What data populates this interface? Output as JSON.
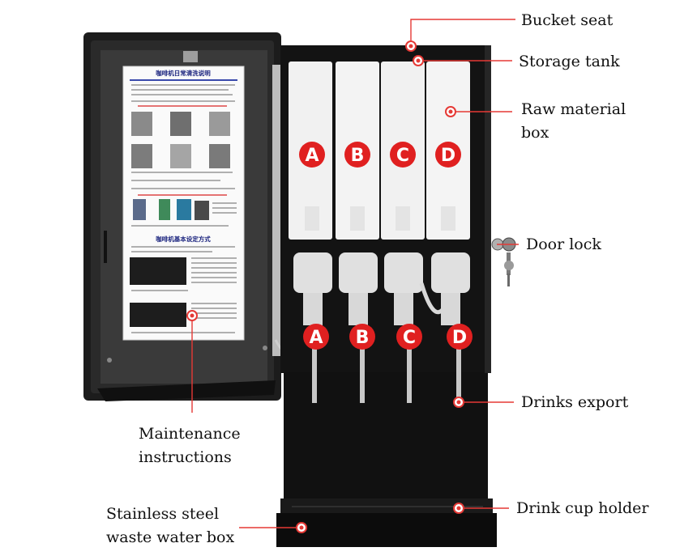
{
  "callouts": {
    "bucket_seat": "Bucket seat",
    "storage_tank": "Storage tank",
    "raw_material_box_line1": "Raw material",
    "raw_material_box_line2": "box",
    "door_lock": "Door lock",
    "drinks_export": "Drinks export",
    "drink_cup_holder": "Drink cup holder",
    "maintenance_line1": "Maintenance",
    "maintenance_line2": "instructions",
    "waste_box_line1": "Stainless steel",
    "waste_box_line2": "waste water box"
  },
  "canister_badges": [
    "A",
    "B",
    "C",
    "D"
  ],
  "outlet_badges": [
    "A",
    "B",
    "C",
    "D"
  ],
  "manual": {
    "title": "咖啡机日常清洗说明",
    "section_title": "咖啡机基本设定方式"
  },
  "colors": {
    "accent": "#e53935",
    "badge": "#e02020",
    "machine_body": "#111111",
    "canister": "#f2f2f2"
  }
}
